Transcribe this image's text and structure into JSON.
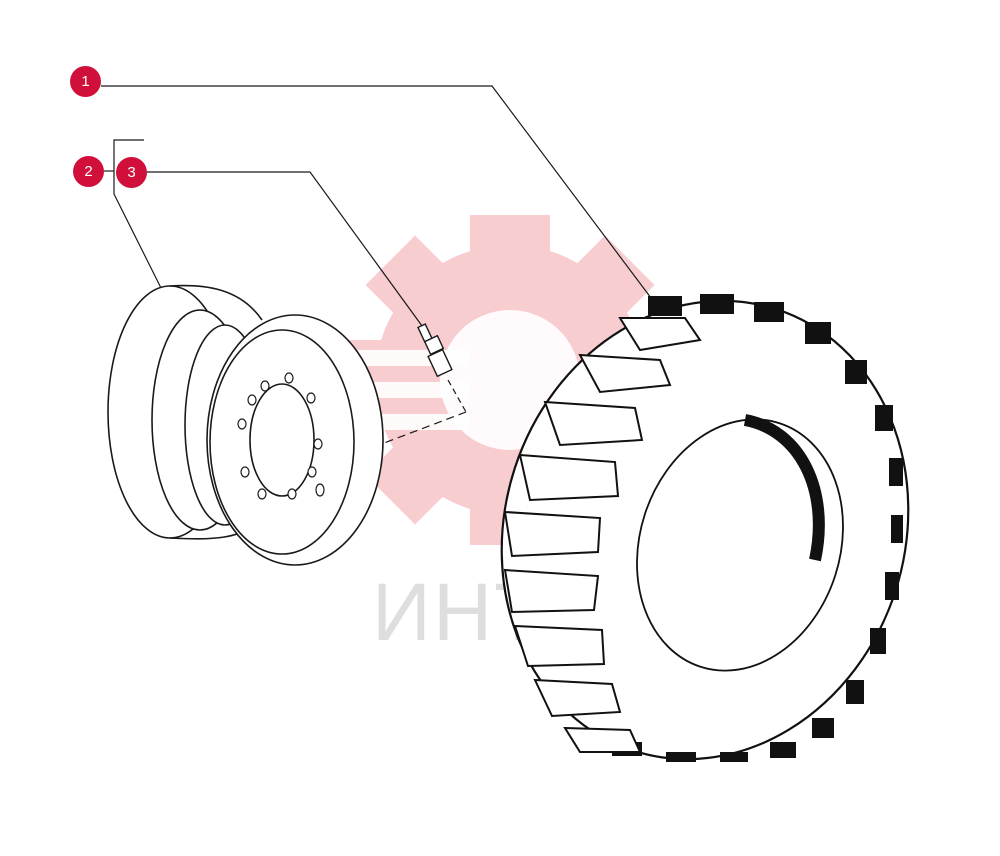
{
  "diagram": {
    "callouts": [
      {
        "id": "1",
        "label": "1",
        "part": "tire"
      },
      {
        "id": "2",
        "label": "2",
        "part": "rim"
      },
      {
        "id": "3",
        "label": "3",
        "part": "valve"
      }
    ],
    "watermark": {
      "text": "ИНТЕХ",
      "icon": "gear-logo-icon"
    }
  },
  "colors": {
    "callout": "#d0103a",
    "line": "#1a1a1a",
    "watermark_logo": "#f7c8cb",
    "watermark_text": "#d9d9d9"
  }
}
